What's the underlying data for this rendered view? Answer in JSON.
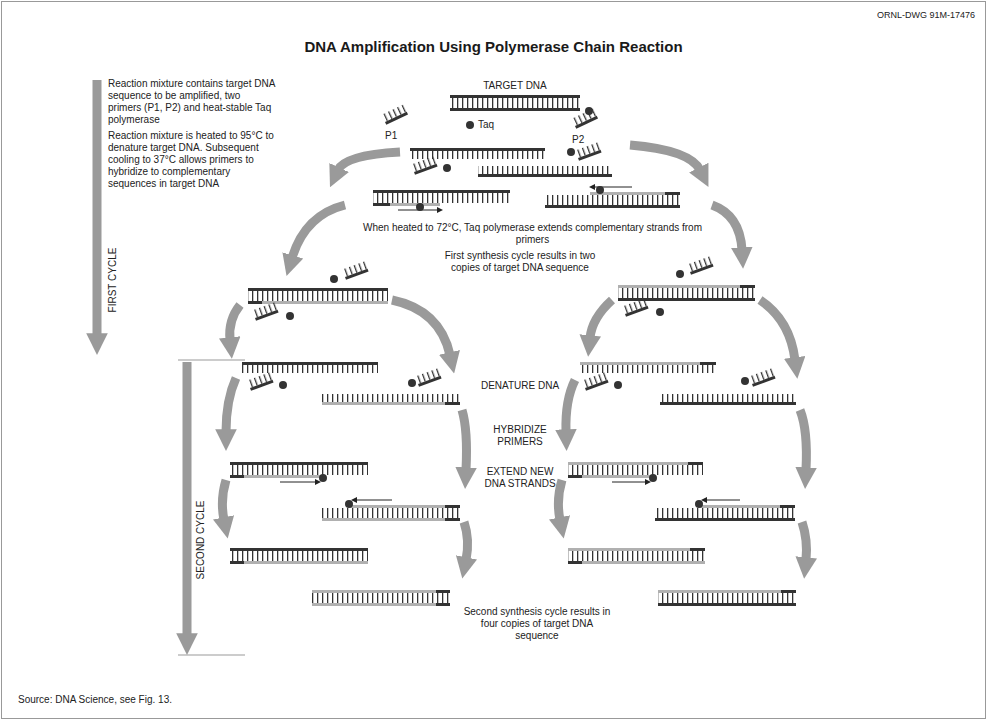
{
  "diagram": {
    "title": "DNA Amplification Using Polymerase Chain Reaction",
    "caption": "Source: DNA Science, see Fig. 13.",
    "labels": [
      "ORNL-DWG 91M-17476",
      "Reaction mixture contains target DNA sequence to be amplified, two primers (P1, P2) and heat-stable Taq polymerase",
      "Reaction mixture is heated to 95°C to denature target DNA. Subsequent cooling to 37°C allows primers to hybridize to complementary sequences in target DNA",
      "TARGET DNA",
      "P1",
      "Taq",
      "P2",
      "When heated to 72°C, Taq polymerase extends complementary strands from primers",
      "First synthesis cycle results in two copies of target DNA sequence",
      "FIRST CYCLE",
      "SECOND CYCLE",
      "DENATURE DNA",
      "HYBRIDIZE PRIMERS",
      "EXTEND NEW DNA STRANDS",
      "Second synthesis cycle results in four copies of target DNA sequence"
    ]
  }
}
